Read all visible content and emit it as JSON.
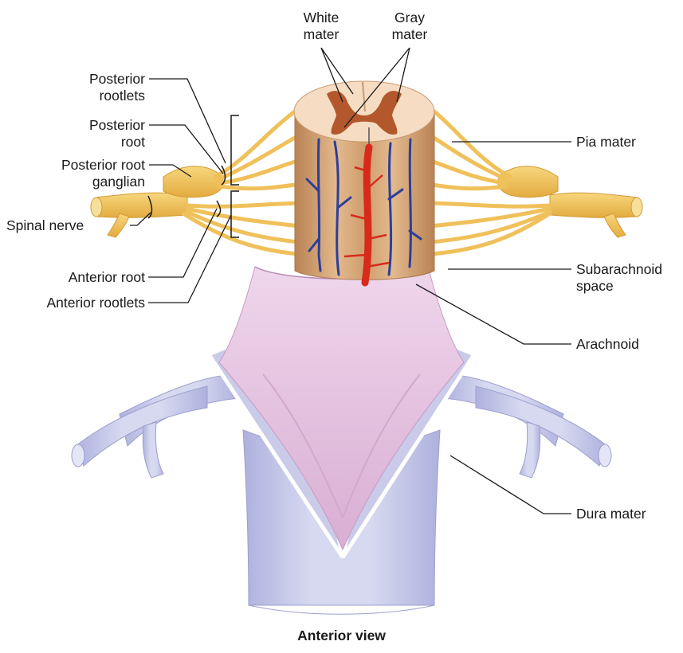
{
  "labels": {
    "white_mater": [
      "White",
      "mater"
    ],
    "gray_mater": [
      "Gray",
      "mater"
    ],
    "posterior_rootlets": [
      "Posterior",
      "rootlets"
    ],
    "posterior_root": [
      "Posterior",
      "root"
    ],
    "posterior_root_ganglian": [
      "Posterior root",
      "ganglian"
    ],
    "spinal_nerve": "Spinal nerve",
    "anterior_root": "Anterior root",
    "anterior_rootlets": "Anterior rootlets",
    "pia_mater": "Pia mater",
    "subarachnoid_space": [
      "Subarachnoid",
      "space"
    ],
    "arachnoid": "Arachnoid",
    "dura_mater": "Dura mater"
  },
  "caption": "Anterior view",
  "colors": {
    "nerve": "#f2c45a",
    "nerve_dark": "#d9a23c",
    "cord": "#d9a878",
    "cord_shade": "#b98354",
    "cord_top": "#f6dcc2",
    "gray_matter": "#b3582c",
    "vein": "#2b3f9a",
    "artery": "#d72a1a",
    "arachnoid": "#e6c9e2",
    "dura": "#c9cbe9",
    "dura_edge": "#a9acd6",
    "leader": "#1a1a1a"
  }
}
